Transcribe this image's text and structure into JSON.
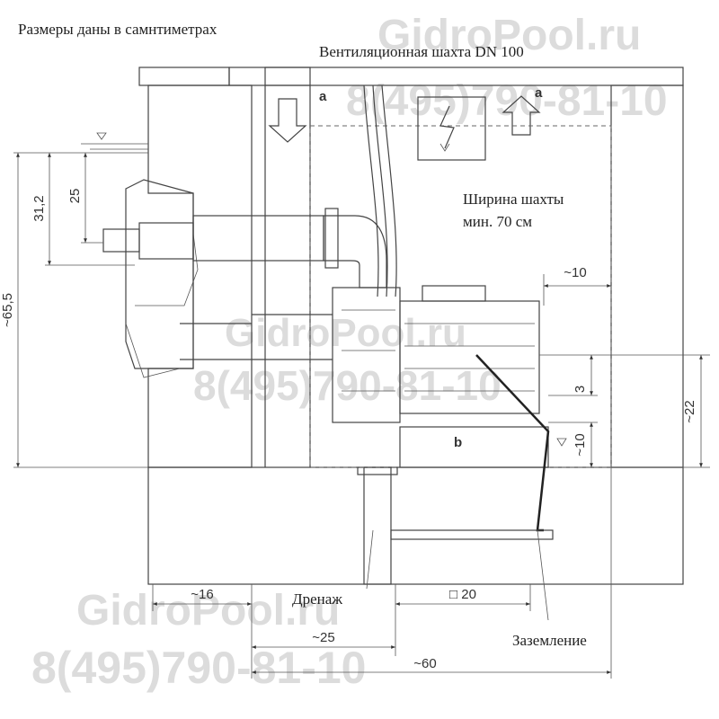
{
  "header": {
    "units_note": "Размеры даны в самнтиметрах",
    "vent_label": "Вентиляционная шахта DN 100"
  },
  "labels": {
    "shaft_width_line1": "Ширина шахты",
    "shaft_width_line2": "мин. 70 см",
    "drain": "Дренаж",
    "grounding": "Заземление",
    "marker_a_left": "a",
    "marker_a_right": "a",
    "marker_b": "b"
  },
  "dimensions": {
    "total_height": "~65,5",
    "height_31_2": "31,2",
    "height_25": "25",
    "right_22": "~22",
    "right_3": "3",
    "right_10": "~10",
    "side_gap_10": "~10",
    "bottom_16": "~16",
    "bottom_20": "□ 20",
    "bottom_25": "~25",
    "bottom_60": "~60"
  },
  "watermarks": {
    "site": "GidroPool.ru",
    "phone": "8(495)790-81-10"
  },
  "colors": {
    "line": "#444444",
    "watermark": "#d6d6d6"
  }
}
